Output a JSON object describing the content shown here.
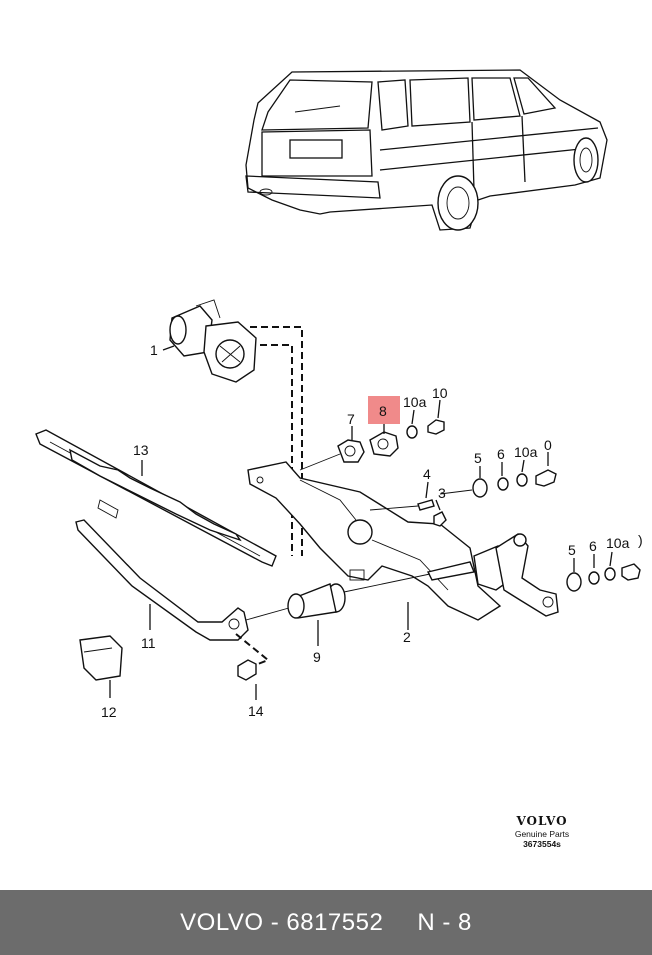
{
  "diagram": {
    "callouts": {
      "c1": "1",
      "c2": "2",
      "c3": "3",
      "c4": "4",
      "c5a": "5",
      "c5b": "5",
      "c6a": "6",
      "c6b": "6",
      "c7": "7",
      "c8": "8",
      "c9": "9",
      "c10": "10",
      "c10a_1": "10a",
      "c10a_2": "10a",
      "c10a_3": "10a",
      "c0": "0",
      "c11": "11",
      "c12": "12",
      "c13": "13",
      "c14": "14",
      "c_paren": ")"
    },
    "highlighted_part": "8",
    "highlight_color": "#f08a8a"
  },
  "brand": {
    "name": "VOLVO",
    "subtitle": "Genuine Parts",
    "code": "3673554s"
  },
  "footer": {
    "part_number": "VOLVO - 6817552",
    "reference": "N - 8",
    "background": "#6c6c6c"
  }
}
